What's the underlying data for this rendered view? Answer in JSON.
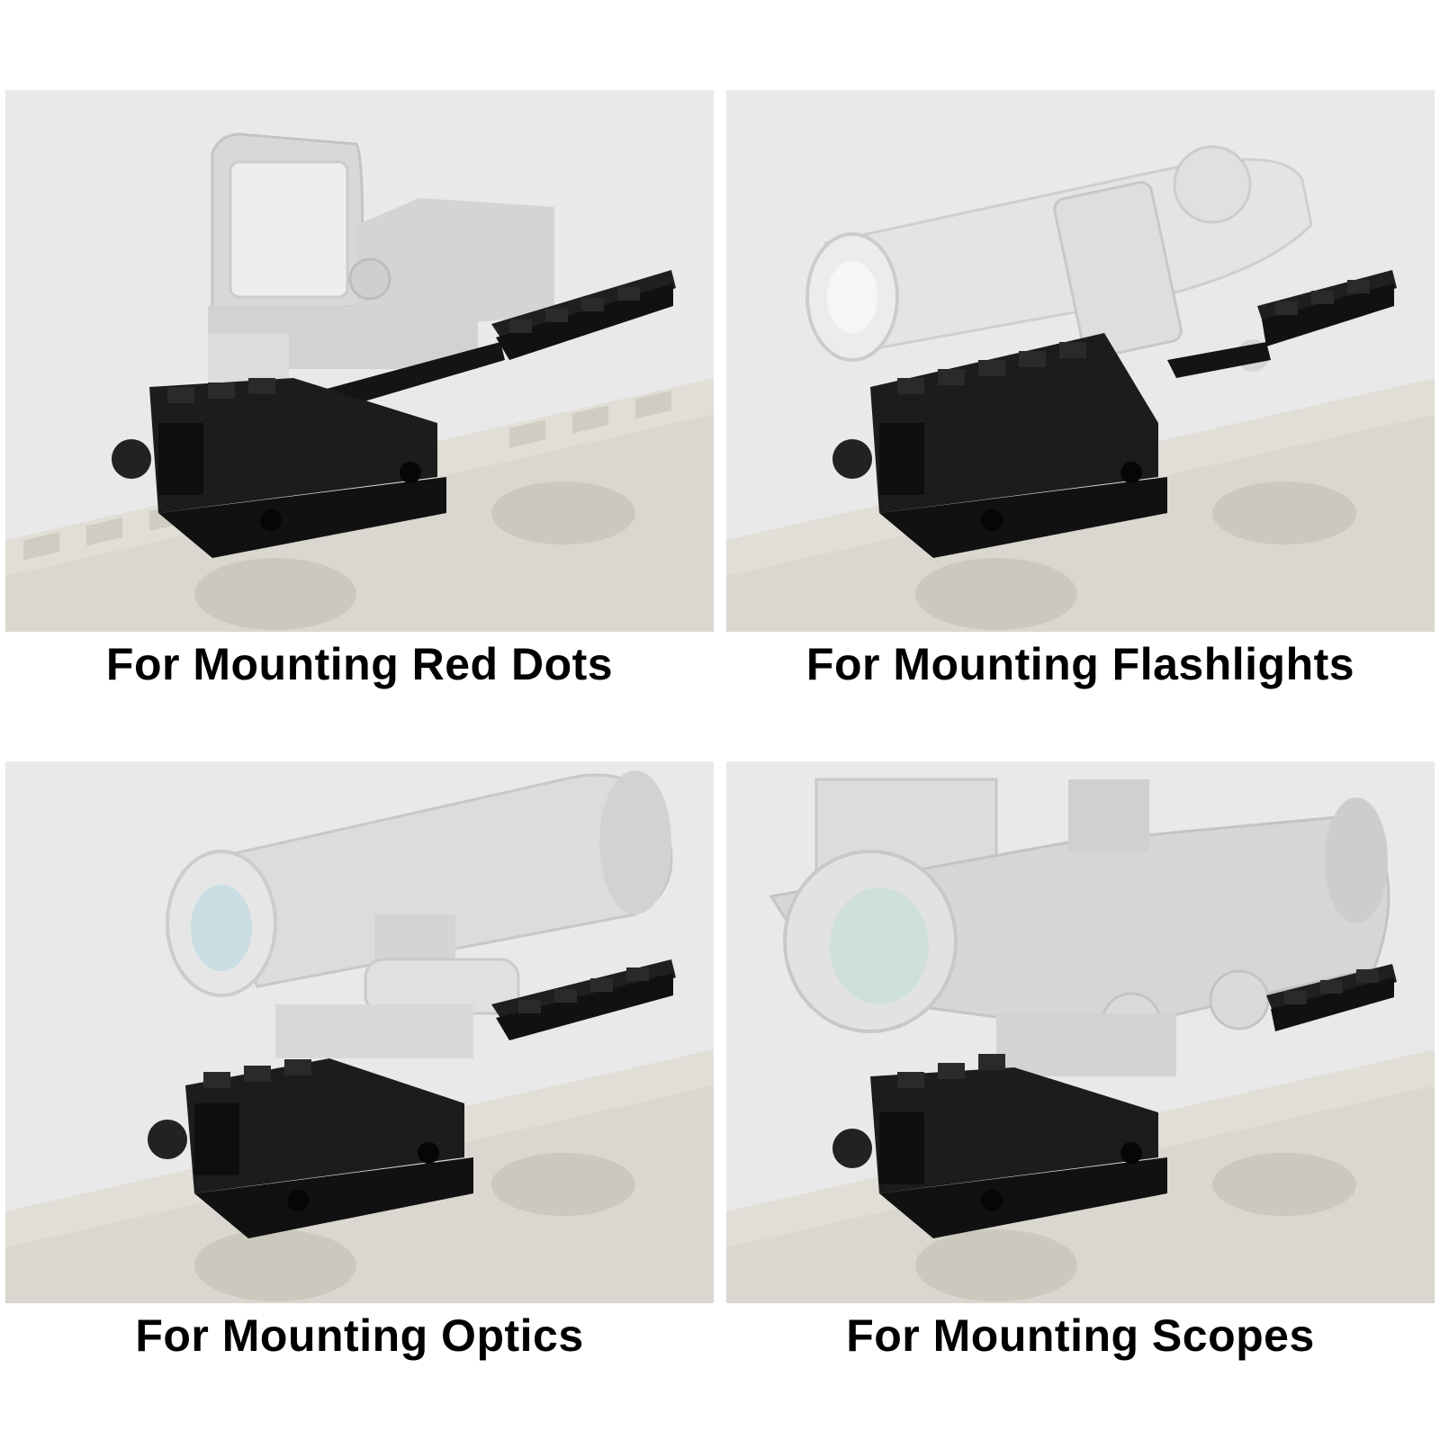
{
  "panels": [
    {
      "caption": "For Mounting Red Dots",
      "accessory": "red-dot-sight"
    },
    {
      "caption": "For Mounting Flashlights",
      "accessory": "flashlight"
    },
    {
      "caption": "For Mounting Optics",
      "accessory": "magnifier-optic"
    },
    {
      "caption": "For Mounting Scopes",
      "accessory": "prism-scope"
    }
  ],
  "colors": {
    "background": "#ffffff",
    "panel": "#e9e9e9",
    "mount": "#1c1c1c",
    "accessory": "#d6d6d6",
    "rifle": "#d9d7cf"
  }
}
